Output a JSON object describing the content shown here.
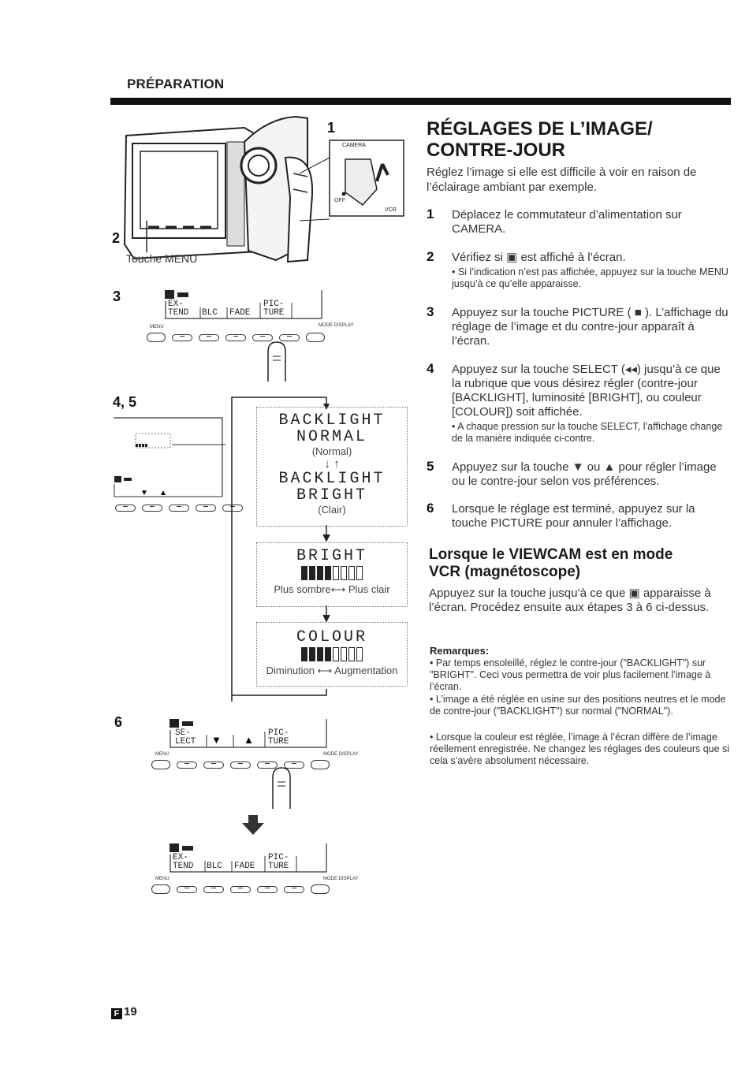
{
  "header": {
    "section": "PRÉPARATION"
  },
  "title": {
    "line1": "RÉGLAGES DE L’IMAGE/",
    "line2": "CONTRE-JOUR"
  },
  "intro": "Réglez l’image si elle est difficile à voir en raison de l’éclairage ambiant par exemple.",
  "steps": [
    {
      "num": "1",
      "text": "Déplacez le commutateur d’alimentation sur CAMERA."
    },
    {
      "num": "2",
      "text": "Vérifiez si ▣ est affiché à l’écran.",
      "sub": "Si l’indication n’est pas affichée, appuyez sur la touche MENU jusqu’à ce qu’elle apparaisse."
    },
    {
      "num": "3",
      "text": "Appuyez sur la touche PICTURE ( ■ ). L’affichage du réglage de l’image et du contre-jour apparaît à l’écran."
    },
    {
      "num": "4",
      "text": "Appuyez sur la touche SELECT (◂◂) jusqu’à ce que la rubrique que vous désirez régler (contre-jour [BACKLIGHT], luminosité [BRIGHT], ou couleur [COLOUR]) soit affichée.",
      "sub": "A chaque pression sur la touche SELECT, l’affichage change de la manière indiquée ci-contre."
    },
    {
      "num": "5",
      "text": "Appuyez sur la touche ▼ ou ▲ pour régler l’image ou le contre-jour selon vos préférences."
    },
    {
      "num": "6",
      "text": "Lorsque le réglage est terminé, appuyez sur la touche PICTURE pour annuler l’affichage."
    }
  ],
  "vcr_section": {
    "heading_line1": "Lorsque le VIEWCAM est en mode",
    "heading_line2": "VCR (magnétoscope)",
    "text": "Appuyez sur la touche jusqu’à ce que ▣ apparaisse à l’écran. Procédez ensuite aux étapes 3 à 6 ci-dessus."
  },
  "remarks": {
    "title": "Remarques:",
    "items": [
      "Par temps ensoleillé, réglez le contre-jour (\"BACKLIGHT\") sur \"BRIGHT\". Ceci vous permettra de voir plus facilement l’image à l’écran.",
      "L’image a été réglée en usine sur des positions neutres et le mode de contre-jour (\"BACKLIGHT\") sur normal (\"NORMAL\").",
      "Lorsque la couleur est réglée, l’image à l’écran diffère de l’image réellement enregistrée. Ne changez les réglages des couleurs que si cela s’avère absolument nécessaire."
    ]
  },
  "figure": {
    "label_1": "1",
    "label_2": "2",
    "label_3": "3",
    "label_45": "4, 5",
    "label_6": "6",
    "touche_menu": "Touche MENU",
    "switch_camera": "CAMERA",
    "switch_off": "OFF",
    "switch_vcr": "VCR",
    "menu_ex": "EX-",
    "menu_tend": "TEND",
    "menu_blc": "BLC",
    "menu_fade": "FADE",
    "menu_pic": "PIC-",
    "menu_ture": "TURE",
    "menu_se": "SE-",
    "menu_lect": "LECT",
    "tiny_menu": "MENU",
    "tiny_mode": "MODE DISPLAY",
    "backlight_normal_1": "BACKLIGHT",
    "backlight_normal_2": "NORMAL",
    "backlight_normal_fr": "(Normal)",
    "arrows": "↓ ↑",
    "backlight_bright_1": "BACKLIGHT",
    "backlight_bright_2": "BRIGHT",
    "backlight_bright_fr": "(Clair)",
    "bright_title": "BRIGHT",
    "bright_scale": "Plus sombre⟷ Plus clair",
    "bright_level": 4,
    "colour_title": "COLOUR",
    "colour_scale": "Diminution ⟷ Augmentation",
    "colour_level": 4,
    "bar_total": 8
  },
  "page": {
    "box": "F",
    "number": "19"
  }
}
